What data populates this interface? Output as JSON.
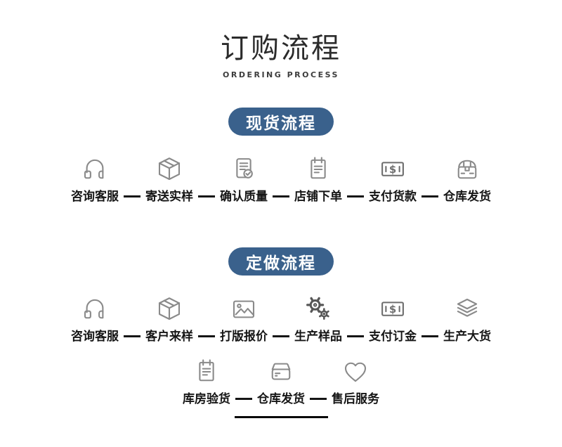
{
  "header": {
    "title": "订购流程",
    "subtitle": "ORDERING PROCESS"
  },
  "colors": {
    "badge_bg": "#3a618c",
    "badge_text": "#ffffff",
    "icon_gray": "#8a8a8a",
    "label_color": "#151515",
    "connector_color": "#151515"
  },
  "sections": [
    {
      "badge": "现货流程",
      "rows": [
        [
          {
            "label": "咨询客服",
            "icon": "headset-icon"
          },
          {
            "label": "寄送实样",
            "icon": "package-cube-icon"
          },
          {
            "label": "确认质量",
            "icon": "document-check-icon"
          },
          {
            "label": "店铺下单",
            "icon": "clipboard-icon"
          },
          {
            "label": "支付货款",
            "icon": "banknote-icon"
          },
          {
            "label": "仓库发货",
            "icon": "sealed-box-icon"
          }
        ]
      ]
    },
    {
      "badge": "定做流程",
      "rows": [
        [
          {
            "label": "咨询客服",
            "icon": "headset-icon"
          },
          {
            "label": "客户来样",
            "icon": "package-cube-icon"
          },
          {
            "label": "打版报价",
            "icon": "image-icon"
          },
          {
            "label": "生产样品",
            "icon": "gears-icon"
          },
          {
            "label": "支付订金",
            "icon": "banknote-icon"
          },
          {
            "label": "生产大货",
            "icon": "layers-icon"
          }
        ],
        [
          {
            "label": "库房验货",
            "icon": "clipboard-icon"
          },
          {
            "label": "仓库发货",
            "icon": "drawer-box-icon"
          },
          {
            "label": "售后服务",
            "icon": "heart-icon"
          }
        ]
      ]
    }
  ]
}
